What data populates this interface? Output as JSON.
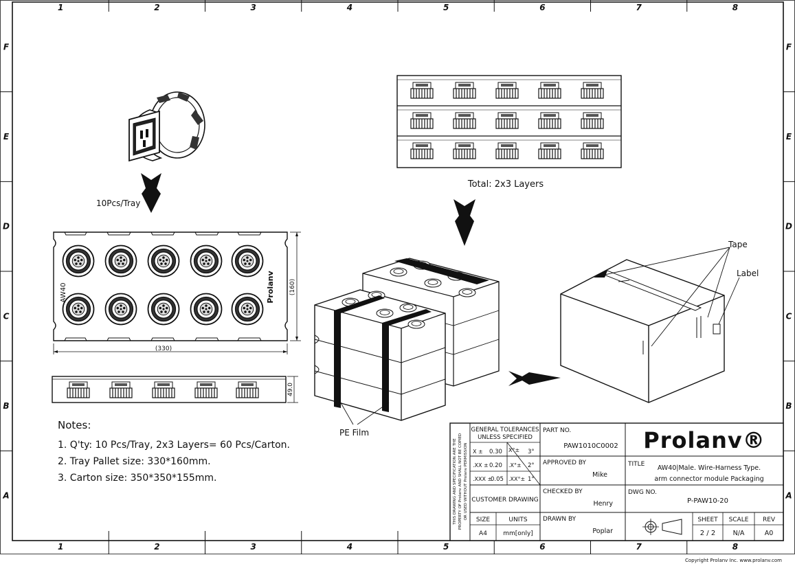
{
  "border": {
    "columns": [
      "1",
      "2",
      "3",
      "4",
      "5",
      "6",
      "7",
      "8"
    ],
    "rows": [
      "F",
      "E",
      "D",
      "C",
      "B",
      "A"
    ]
  },
  "labels": {
    "tray_count": "10Pcs/Tray",
    "total_layers": "Total: 2x3 Layers",
    "tape": "Tape",
    "label": "Label",
    "pe_film": "PE Film"
  },
  "tray": {
    "brand": "Prolanv",
    "model": "AW40",
    "width_dim": "(330)",
    "height_dim": "(160)",
    "side_height_dim": "49.0"
  },
  "notes": {
    "heading": "Notes:",
    "items": [
      "1. Q'ty: 10 Pcs/Tray, 2x3 Layers= 60 Pcs/Carton.",
      "2. Tray Pallet size: 330*160mm.",
      "3. Carton size: 350*350*155mm."
    ]
  },
  "title_block": {
    "side_text": [
      "THIS DRAWING AND SPECIFICATION ARE THE",
      "PROPERTY OF Prolanv AND SHALL NOT BE COPIED",
      "OR USED WITHOUT Prolanv PERMISSION"
    ],
    "general_tolerances": "GENERAL TOLERANCES",
    "unless_specified": "UNLESS SPECIFIED",
    "tol_x_label": "X ±",
    "tol_x_value": "0.30",
    "tol_xx_label": ".XX ±",
    "tol_xx_value": "0.20",
    "tol_xxx_label": ".XXX ±",
    "tol_xxx_value": "0.05",
    "ang_x_label": "X°±",
    "ang_x_value": "3°",
    "ang_xx_label": ".X°±",
    "ang_xx_value": "2°",
    "ang_xxx_label": ".XX°±",
    "ang_xxx_value": "1°",
    "customer_drawing": "CUSTOMER DRAWING",
    "size_label": "SIZE",
    "size_value": "A4",
    "units_label": "UNITS",
    "units_value": "mm[only]",
    "part_no_label": "PART NO.",
    "part_no_value": "PAW1010C0002",
    "approved_by_label": "APPROVED BY",
    "approved_by_value": "Mike",
    "checked_by_label": "CHECKED BY",
    "checked_by_value": "Henry",
    "drawn_by_label": "DRAWN BY",
    "drawn_by_value": "Poplar",
    "logo": "Prolanv®",
    "title_label": "TITLE",
    "title_line1": "AW40|Male. Wire-Harness Type.",
    "title_line2": "arm connector module Packaging",
    "dwg_no_label": "DWG NO.",
    "dwg_no_value": "P-PAW10-20",
    "sheet_label": "SHEET",
    "sheet_value": "2 / 2",
    "scale_label": "SCALE",
    "scale_value": "N/A",
    "rev_label": "REV",
    "rev_value": "A0"
  },
  "footer": {
    "copyright": "Copyright Prolanv Inc. www.prolanv.com"
  }
}
